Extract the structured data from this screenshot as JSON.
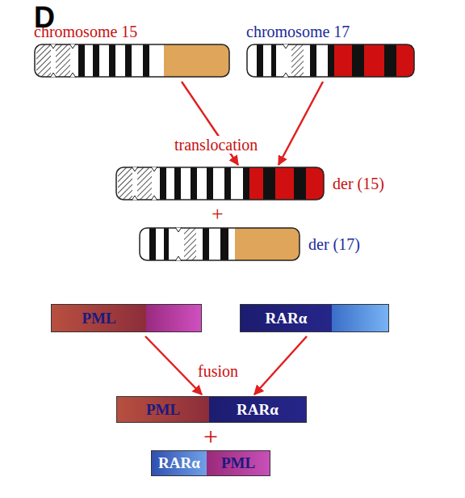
{
  "diagram": {
    "nodes": [
      {
        "text": [
          "chromosome 15"
        ]
      },
      {
        "text": [
          "chromosome 17"
        ]
      },
      {
        "text": [
          "der (15)"
        ]
      },
      {
        "text": [
          "der (17)"
        ]
      },
      {
        "text": [
          "PML"
        ]
      },
      {
        "text": [
          "RARα"
        ]
      },
      {
        "text": [
          "PML",
          "RARα"
        ]
      },
      {
        "text": [
          "RARα",
          "PML"
        ]
      }
    ],
    "edges": [
      {
        "from": 0,
        "to": 2,
        "arrow": "to"
      },
      {
        "from": 1,
        "to": 2,
        "arrow": "to"
      },
      {
        "from": 4,
        "to": 6,
        "arrow": "to"
      },
      {
        "from": 5,
        "to": 6,
        "arrow": "to"
      }
    ],
    "labels": [
      "D",
      "translocation",
      "+",
      "fusion",
      "+"
    ]
  }
}
